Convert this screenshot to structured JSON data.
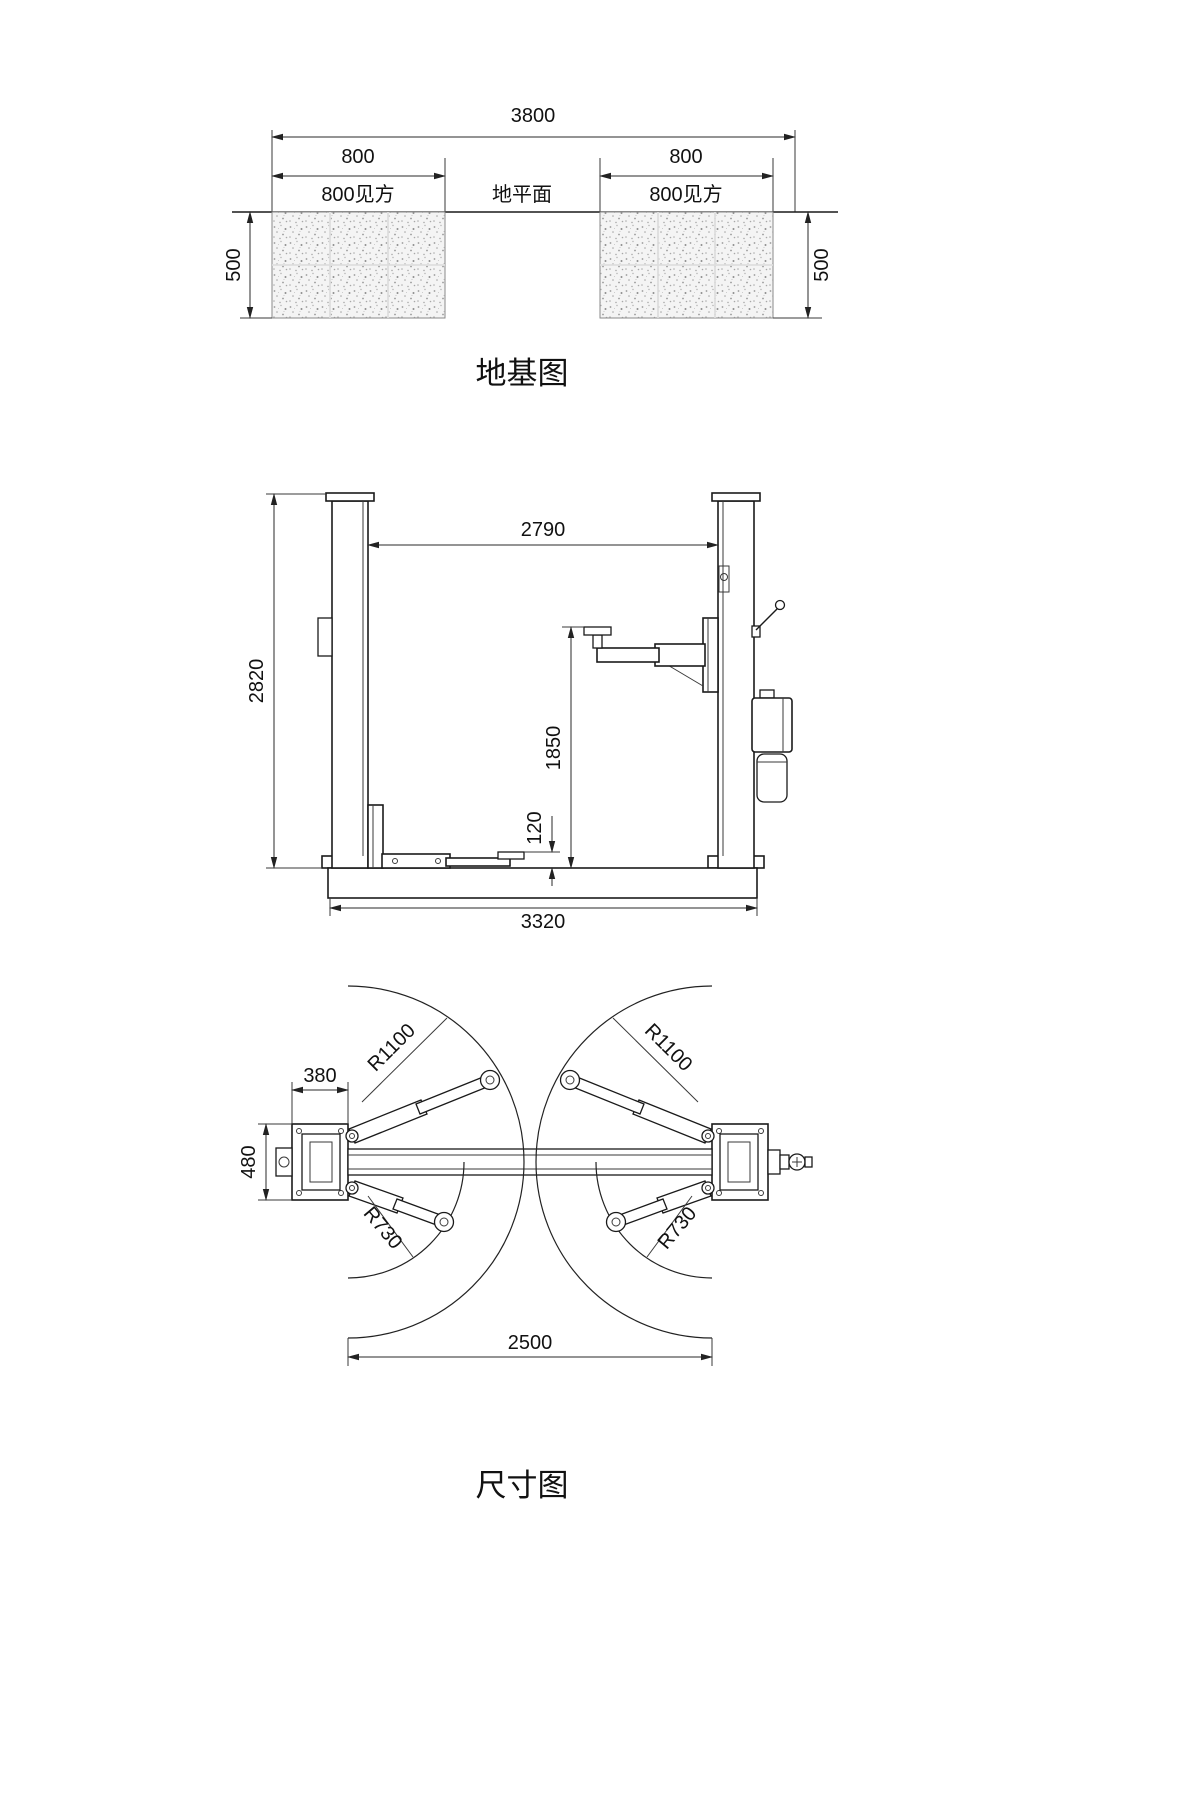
{
  "colors": {
    "ink": "#1a1a1a",
    "background": "#ffffff"
  },
  "titles": {
    "foundation": "地基图",
    "dimensions": "尺寸图"
  },
  "foundation_view": {
    "dim_total_width": "3800",
    "dim_left_block": "800",
    "dim_right_block": "800",
    "label_left_block": "800见方",
    "label_ground": "地平面",
    "label_right_block": "800见方",
    "dim_left_depth": "500",
    "dim_right_depth": "500"
  },
  "front_view": {
    "dim_clear_width": "2790",
    "dim_overall_height": "2820",
    "dim_lift_height": "1850",
    "dim_min_pad_height": "120",
    "dim_base_width": "3320"
  },
  "plan_view": {
    "dim_post_width": "380",
    "dim_post_depth": "480",
    "dim_long_arm_left": "R1100",
    "dim_long_arm_right": "R1100",
    "dim_short_arm_left": "R730",
    "dim_short_arm_right": "R730",
    "dim_drive_through": "2500"
  }
}
